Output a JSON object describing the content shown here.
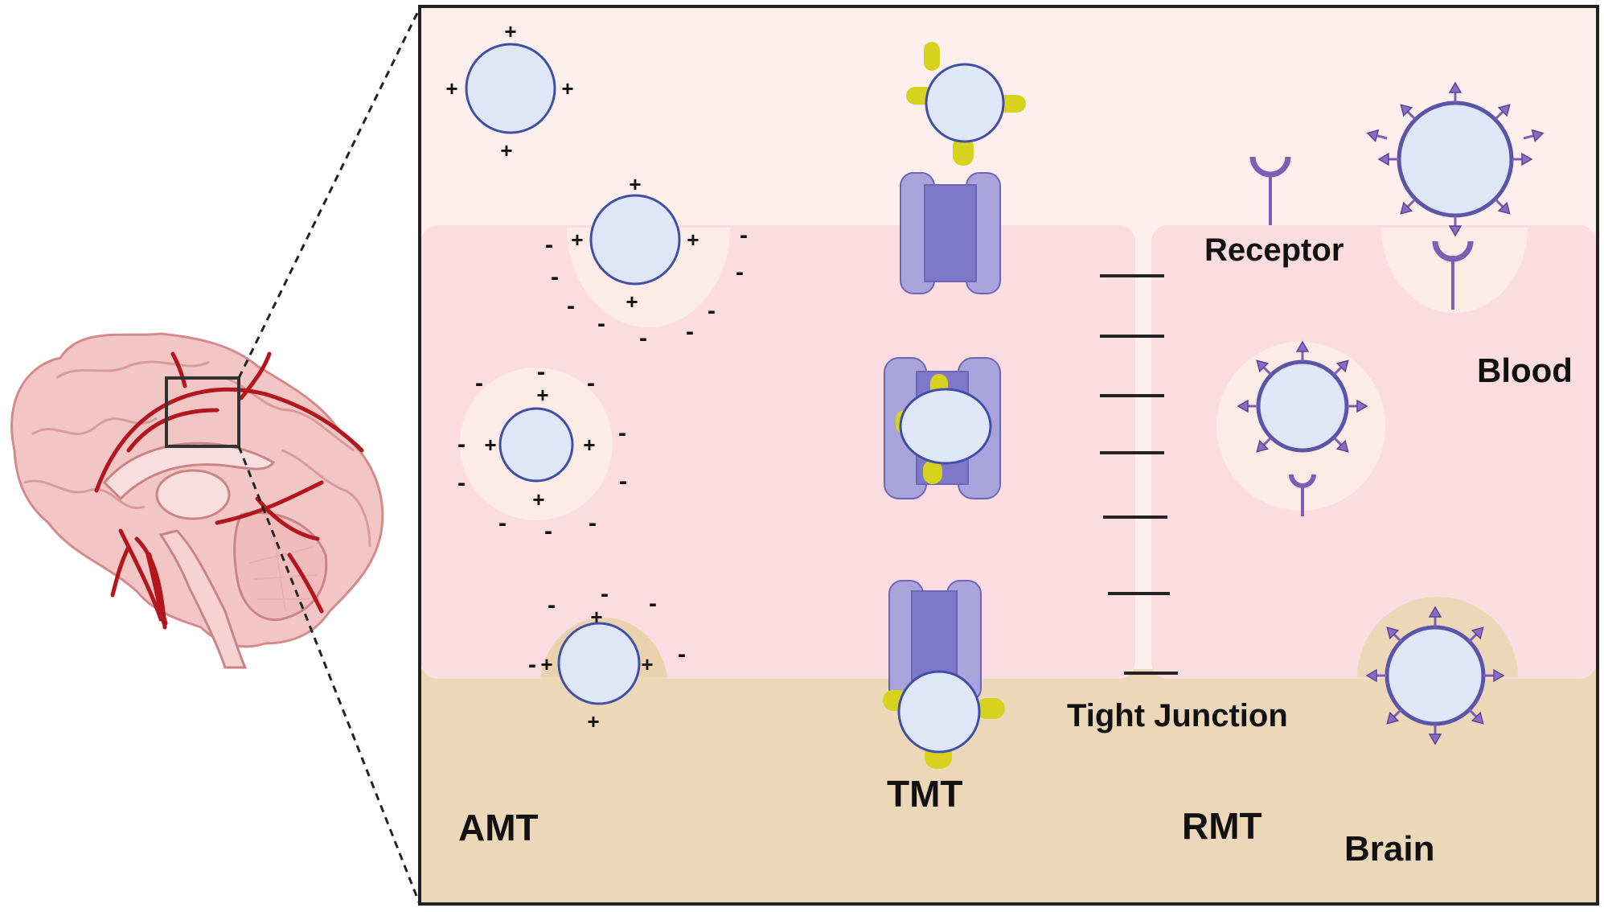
{
  "labels": {
    "receptor": "Receptor",
    "blood": "Blood",
    "tight_junction": "Tight Junction",
    "tmt": "TMT",
    "amt": "AMT",
    "rmt": "RMT",
    "brain": "Brain"
  },
  "colors": {
    "blood": "#fdf0ec",
    "endothelium": "#fbdde1",
    "brain": "#ecd8b8",
    "vesicle_halo": "#fdebe6",
    "nanoparticle_fill": "#dfe6f8",
    "nanoparticle_stroke": "#3f4fa8",
    "transporter": "#a9a3db",
    "transporter_core": "#7f78c8",
    "ligand_yellow": "#d6d21e",
    "receptor_purple": "#7a5fb5",
    "vessel_red": "#b3161c",
    "brain_tissue": "#f3c6c6"
  }
}
